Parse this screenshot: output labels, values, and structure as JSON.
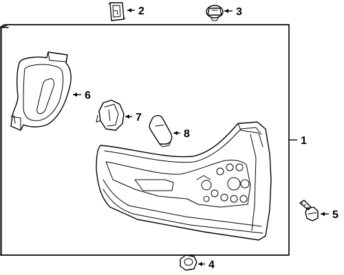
{
  "diagram": {
    "type": "exploded parts diagram",
    "colors": {
      "line": "#000000",
      "background": "#ffffff",
      "shading": "#d8d8d8"
    },
    "callouts": [
      {
        "id": "c1",
        "label": "1",
        "part": "tail-lamp-assembly"
      },
      {
        "id": "c2",
        "label": "2",
        "part": "clip"
      },
      {
        "id": "c3",
        "label": "3",
        "part": "grommet"
      },
      {
        "id": "c4",
        "label": "4",
        "part": "nut"
      },
      {
        "id": "c5",
        "label": "5",
        "part": "bolt"
      },
      {
        "id": "c6",
        "label": "6",
        "part": "gasket"
      },
      {
        "id": "c7",
        "label": "7",
        "part": "bulb-socket"
      },
      {
        "id": "c8",
        "label": "8",
        "part": "bulb"
      }
    ]
  }
}
